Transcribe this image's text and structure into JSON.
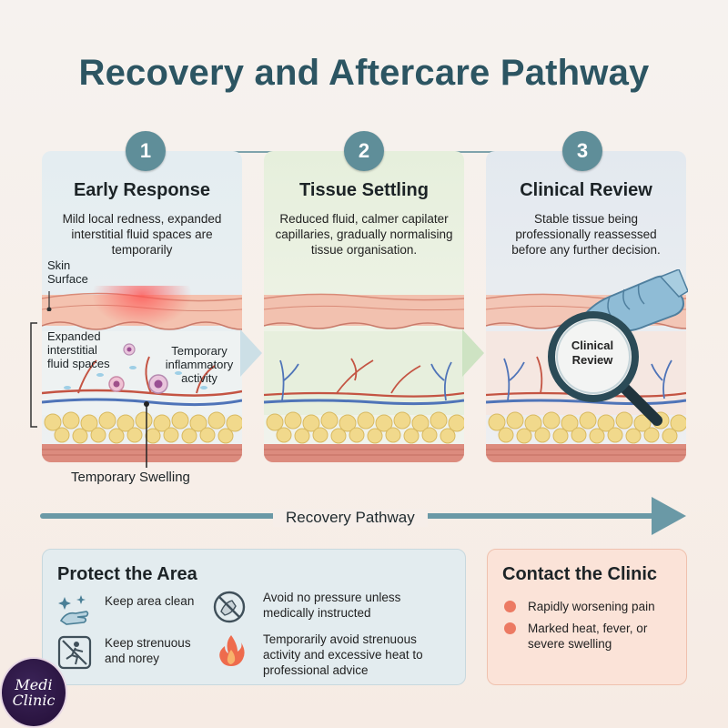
{
  "title": "Recovery and Aftercare Pathway",
  "steps": [
    {
      "number": "1",
      "title": "Early Response",
      "description": "Mild local redness, expanded interstitial fluid spaces are temporarily",
      "labels": {
        "skin_surface": "Skin Surface",
        "expanded_spaces": "Expanded interstitial fluid spaces",
        "inflammatory": "Temporary inflammatory activity",
        "swelling": "Temporary Swelling"
      }
    },
    {
      "number": "2",
      "title": "Tissue Settling",
      "description": "Reduced fluid, calmer capilater capillaries, gradually normalising tissue organisation."
    },
    {
      "number": "3",
      "title": "Clinical Review",
      "description": "Stable tissue being professionally reassessed before any further decision.",
      "magnifier_label": "Clinical Review"
    }
  ],
  "pathway_label": "Recovery Pathway",
  "protect": {
    "title": "Protect the Area",
    "items": [
      {
        "icon": "sparkle-hands-icon",
        "text": "Keep area clean"
      },
      {
        "icon": "no-pressure-icon",
        "text": "Avoid no pressure unless medically instructed"
      },
      {
        "icon": "no-exercise-icon",
        "text": "Keep strenuous and norey"
      },
      {
        "icon": "flame-icon",
        "text": "Temporarily avoid strenuous activity and excessive heat to professional advice"
      }
    ]
  },
  "contact": {
    "title": "Contact the Clinic",
    "items": [
      {
        "text": "Rapidly worsening pain"
      },
      {
        "text": "Marked heat, fever, or severe swelling"
      }
    ]
  },
  "logo": {
    "line1": "Medi",
    "line2": "Clinic"
  },
  "colors": {
    "title": "#2c5562",
    "step_circle": "#5f8e99",
    "bullet": "#ec7a63",
    "skin": "#f2b9a6",
    "fat": "#f1d98c",
    "vein": "#4f74b8",
    "artery": "#c45443"
  }
}
